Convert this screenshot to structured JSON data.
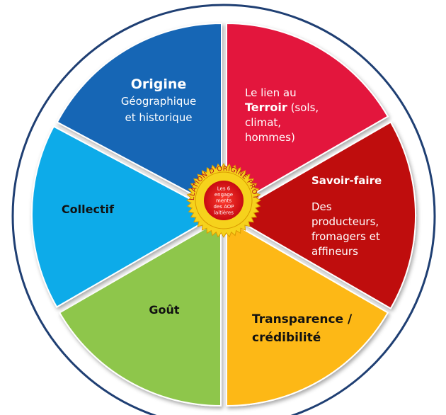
{
  "segments": [
    {
      "id": "origine",
      "color": "#1766b5",
      "lines": [
        {
          "text": "Origine",
          "bold": true
        },
        {
          "text": "Géographique"
        },
        {
          "text": "et historique"
        }
      ]
    },
    {
      "id": "terroir",
      "color": "#e3123d",
      "lines": [
        {
          "text": "Le lien au"
        },
        {
          "parts": [
            {
              "text": "Terroir",
              "bold": true
            },
            {
              "text": " (sols,"
            }
          ]
        },
        {
          "text": "climat,"
        },
        {
          "text": "hommes)"
        }
      ]
    },
    {
      "id": "savoir-faire",
      "color": "#bf0a0a",
      "lines": [
        {
          "text": "Savoir-faire",
          "bold": true
        },
        {
          "text": "Des"
        },
        {
          "text": "producteurs,"
        },
        {
          "text": "fromagers et"
        },
        {
          "text": "affineurs"
        }
      ]
    },
    {
      "id": "transparence",
      "color": "#fdb814",
      "lines": [
        {
          "text": "Transparence /",
          "bold": true
        },
        {
          "text": "crédibilité",
          "bold": true
        }
      ]
    },
    {
      "id": "gout",
      "color": "#8ec64c",
      "lines": [
        {
          "text": "Goût",
          "bold": true
        }
      ]
    },
    {
      "id": "collectif",
      "color": "#0aabe9",
      "lines": [
        {
          "text": "Collectif",
          "bold": true
        }
      ]
    }
  ],
  "seal": {
    "ring_text": "APPELLATION D'ORIGINE PROTÉGÉE",
    "center_lines": [
      "Les 6",
      "engage",
      "ments",
      "des AOP",
      "laitières"
    ],
    "outer_color": "#f6d21c",
    "inner_color": "#e30c18"
  },
  "ring_color": "#1f3f73"
}
